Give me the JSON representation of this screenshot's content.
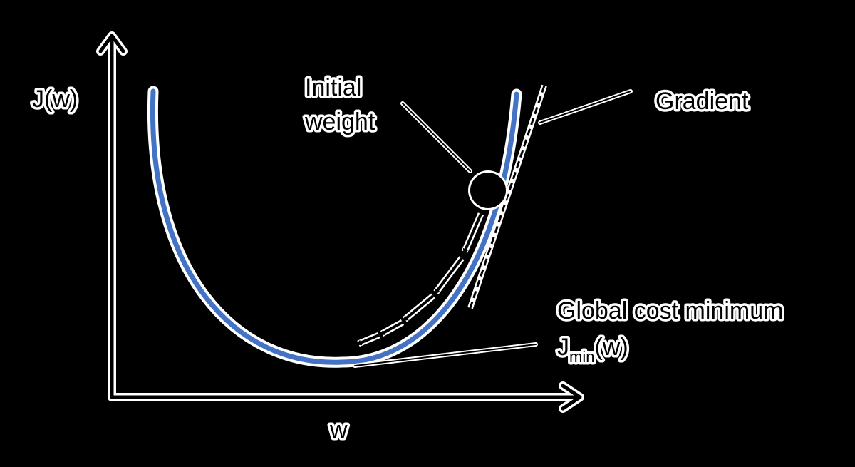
{
  "axes": {
    "y_label": "J(w)",
    "x_label": "w"
  },
  "labels": {
    "initial_weight_line1": "Initial",
    "initial_weight_line2": "weight",
    "gradient": "Gradient",
    "global_min": "Global cost minimum",
    "jmin_j": "J",
    "jmin_sub": "min",
    "jmin_w": "(w)"
  },
  "colors": {
    "background": "#000000",
    "curve": "#4472c4",
    "halo": "#ffffff",
    "ink": "#000000"
  }
}
